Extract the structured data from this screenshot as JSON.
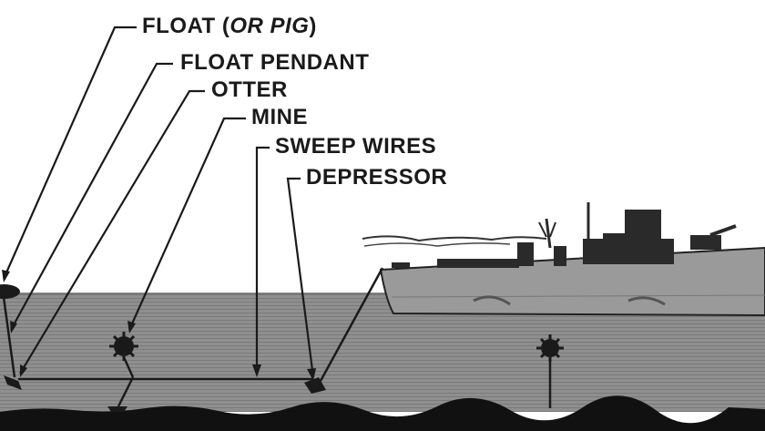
{
  "labels": {
    "float_prefix": "FLOAT (",
    "float_italic": "OR PIG",
    "float_suffix": ")",
    "float_pendant": "FLOAT PENDANT",
    "otter": "OTTER",
    "mine": "MINE",
    "sweep_wires": "SWEEP WIRES",
    "depressor": "DEPRESSOR"
  },
  "colors": {
    "ink": "#1a1a1a",
    "water": "#8f8f8f",
    "water_lines": "#7a7a7a",
    "seabed": "#111111",
    "ship_hull": "#9a9a9a",
    "ship_superstructure": "#2a2a2a",
    "background": "#ffffff"
  },
  "icons": [
    "float-icon",
    "otter-icon",
    "mine-icon",
    "depressor-icon",
    "ship-icon"
  ]
}
